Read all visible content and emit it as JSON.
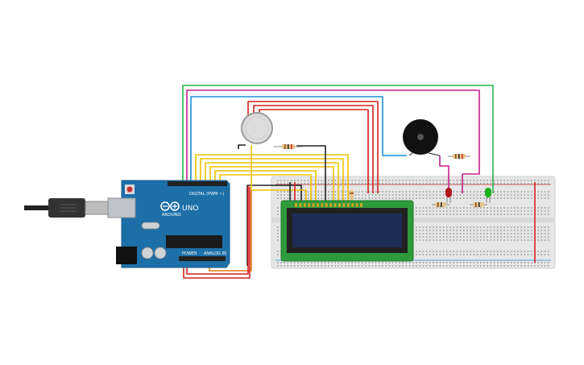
{
  "arduino": {
    "brand_text": "ARDUINO",
    "model_text": "UNO",
    "digital_header_text": "DIGITAL (PWM ~)",
    "power_header_text": "POWER",
    "analog_header_text": "ANALOG IN"
  },
  "colors": {
    "wire_green": "#28b44a",
    "wire_blue": "#1a8fd6",
    "wire_magenta": "#c4208e",
    "wire_red": "#d42020",
    "wire_yellow": "#f2c400",
    "wire_black": "#222222",
    "wire_orange": "#e07a10",
    "arduino_board": "#1d6fa8",
    "breadboard": "#e6e6e6",
    "lcd_pcb": "#2f9a3b",
    "lcd_screen": "#1d2d55",
    "led_red": "#b01818",
    "led_green": "#18b018"
  },
  "components": [
    {
      "name": "arduino-uno",
      "icon": "arduino-board-icon"
    },
    {
      "name": "usb-cable",
      "icon": "usb-plug-icon"
    },
    {
      "name": "gas-sensor",
      "icon": "gas-sensor-icon"
    },
    {
      "name": "piezo-buzzer",
      "icon": "buzzer-icon"
    },
    {
      "name": "lcd-16x2",
      "icon": "lcd-display-icon"
    },
    {
      "name": "red-led",
      "icon": "led-icon"
    },
    {
      "name": "green-led",
      "icon": "led-icon"
    },
    {
      "name": "resistors",
      "icon": "resistor-icon"
    },
    {
      "name": "breadboard",
      "icon": "breadboard-icon"
    }
  ]
}
